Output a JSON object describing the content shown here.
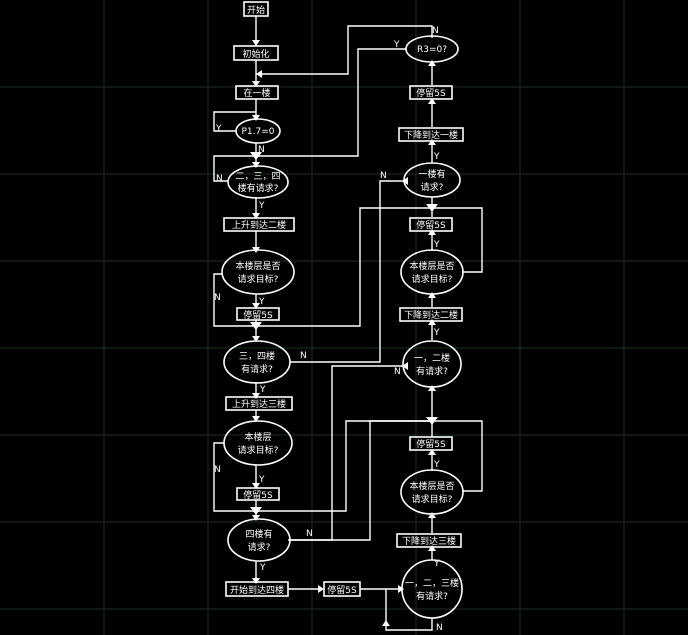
{
  "nodes": {
    "start": "开始",
    "init": "初始化",
    "at_floor1": "在一楼",
    "check_p17": "P1.7=0",
    "check_r3": "R3=0?",
    "q_234_line1": "二，三，四",
    "q_234_line2": "楼有请求?",
    "up_to_2": "上升到达二楼",
    "target_2_line1": "本楼层是否",
    "target_2_line2": "请求目标?",
    "wait_2": "停留5S",
    "q_34_line1": "三，四楼",
    "q_34_line2": "有请求?",
    "up_to_3": "上升到达三楼",
    "target_3_line1": "本楼层",
    "target_3_line2": "请求目标?",
    "wait_3": "停留5S",
    "q_4_line1": "四楼有",
    "q_4_line2": "请求?",
    "up_to_4": "开始到达四楼",
    "wait_4": "停留5S",
    "q_123_line1": "一，二，三楼",
    "q_123_line2": "有请求?",
    "down_to_3": "下降到达三楼",
    "target_r3_line1": "本楼层是否",
    "target_r3_line2": "请求目标?",
    "wait_r3": "停留5S",
    "q_12_line1": "一，二楼",
    "q_12_line2": "有请求?",
    "down_to_2": "下降到达二楼",
    "target_r2_line1": "本楼层是否",
    "target_r2_line2": "请求目标?",
    "wait_r2": "停留5S",
    "q_1_line1": "一楼有",
    "q_1_line2": "请求?",
    "down_to_1": "下降到达一楼",
    "wait_1": "停留5S"
  },
  "edge_labels": {
    "yes": "Y",
    "no": "N"
  },
  "colors": {
    "background": "#000000",
    "foreground": "#ffffff",
    "grid": "#1f2b1f"
  }
}
